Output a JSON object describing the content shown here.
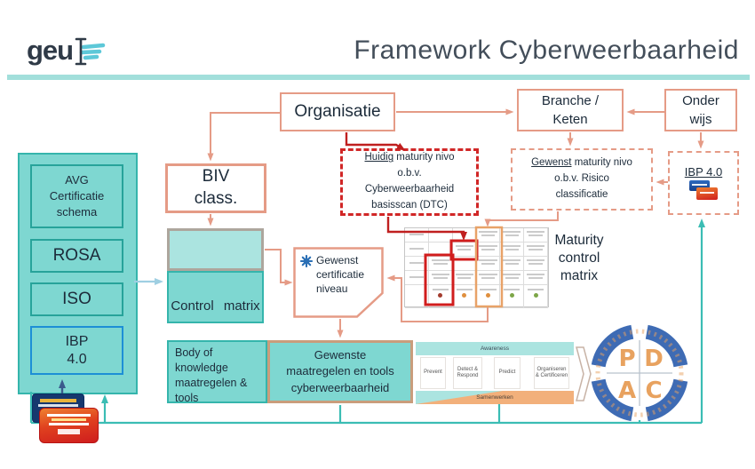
{
  "header": {
    "logo_text": "geu",
    "title": "Framework Cyberweerbaarheid"
  },
  "nodes": {
    "organisatie": "Organisatie",
    "branche_l1": "Branche /",
    "branche_l2": "Keten",
    "onderwijs_l1": "Onder",
    "onderwijs_l2": "wijs",
    "biv_l1": "BIV",
    "biv_l2": "class.",
    "huidig_u": "Huidig",
    "huidig_l1": " maturity nivo",
    "huidig_l2": "o.b.v.",
    "huidig_l3": "Cyberweerbaarheid",
    "huidig_l4": "basisscan (DTC)",
    "gewenst_u": "Gewenst",
    "gewenst_l1": " maturity nivo",
    "gewenst_l2": "o.b.v. Risico",
    "gewenst_l3": "classificatie",
    "ibp_top": "IBP 4.0",
    "maturity_l1": "Maturity",
    "maturity_l2": "control",
    "maturity_l3": "matrix",
    "cert_l1": "Gewenst",
    "cert_l2": "certificatie",
    "cert_l3": "niveau",
    "control_matrix": "Control matrix"
  },
  "sidebar": {
    "avg_l1": "AVG",
    "avg_l2": "Certificatie",
    "avg_l3": "schema",
    "rosa": "ROSA",
    "iso": "ISO",
    "ibp_l1": "IBP",
    "ibp_l2": "4.0"
  },
  "bottom": {
    "body_l1": "Body of",
    "body_l2": "knowledge",
    "body_l3": "maatregelen &",
    "body_l4": "tools",
    "gewenste_l1": "Gewenste",
    "gewenste_l2": "maatregelen en tools",
    "gewenste_l3": "cyberweerbaarheid",
    "awareness": "Awareness",
    "samenwerken": "Samenwerken",
    "step_1": "Prevent",
    "step_2": "Detect & Respond",
    "step_3": "Predict",
    "step_4": "Organiseren & Certificeren",
    "pdca_p": "P",
    "pdca_d": "D",
    "pdca_a": "A",
    "pdca_c": "C"
  },
  "colors": {
    "salmon": "#e59b86",
    "red": "#c01f1f",
    "teal_line": "#3bbdb4",
    "teal_fill": "#7ed7d1",
    "teal_light": "#abe4e0",
    "orange_band": "#f2b07b",
    "navy_text": "#1c2b3a",
    "blue_accent": "#1d8fd6",
    "ring_blue": "#3e6bb4",
    "pdca_letters": "#e8a25f",
    "maturity_dots": [
      "#a33c2e",
      "#df8f3e",
      "#df8f3e",
      "#7da648",
      "#7da648"
    ]
  }
}
